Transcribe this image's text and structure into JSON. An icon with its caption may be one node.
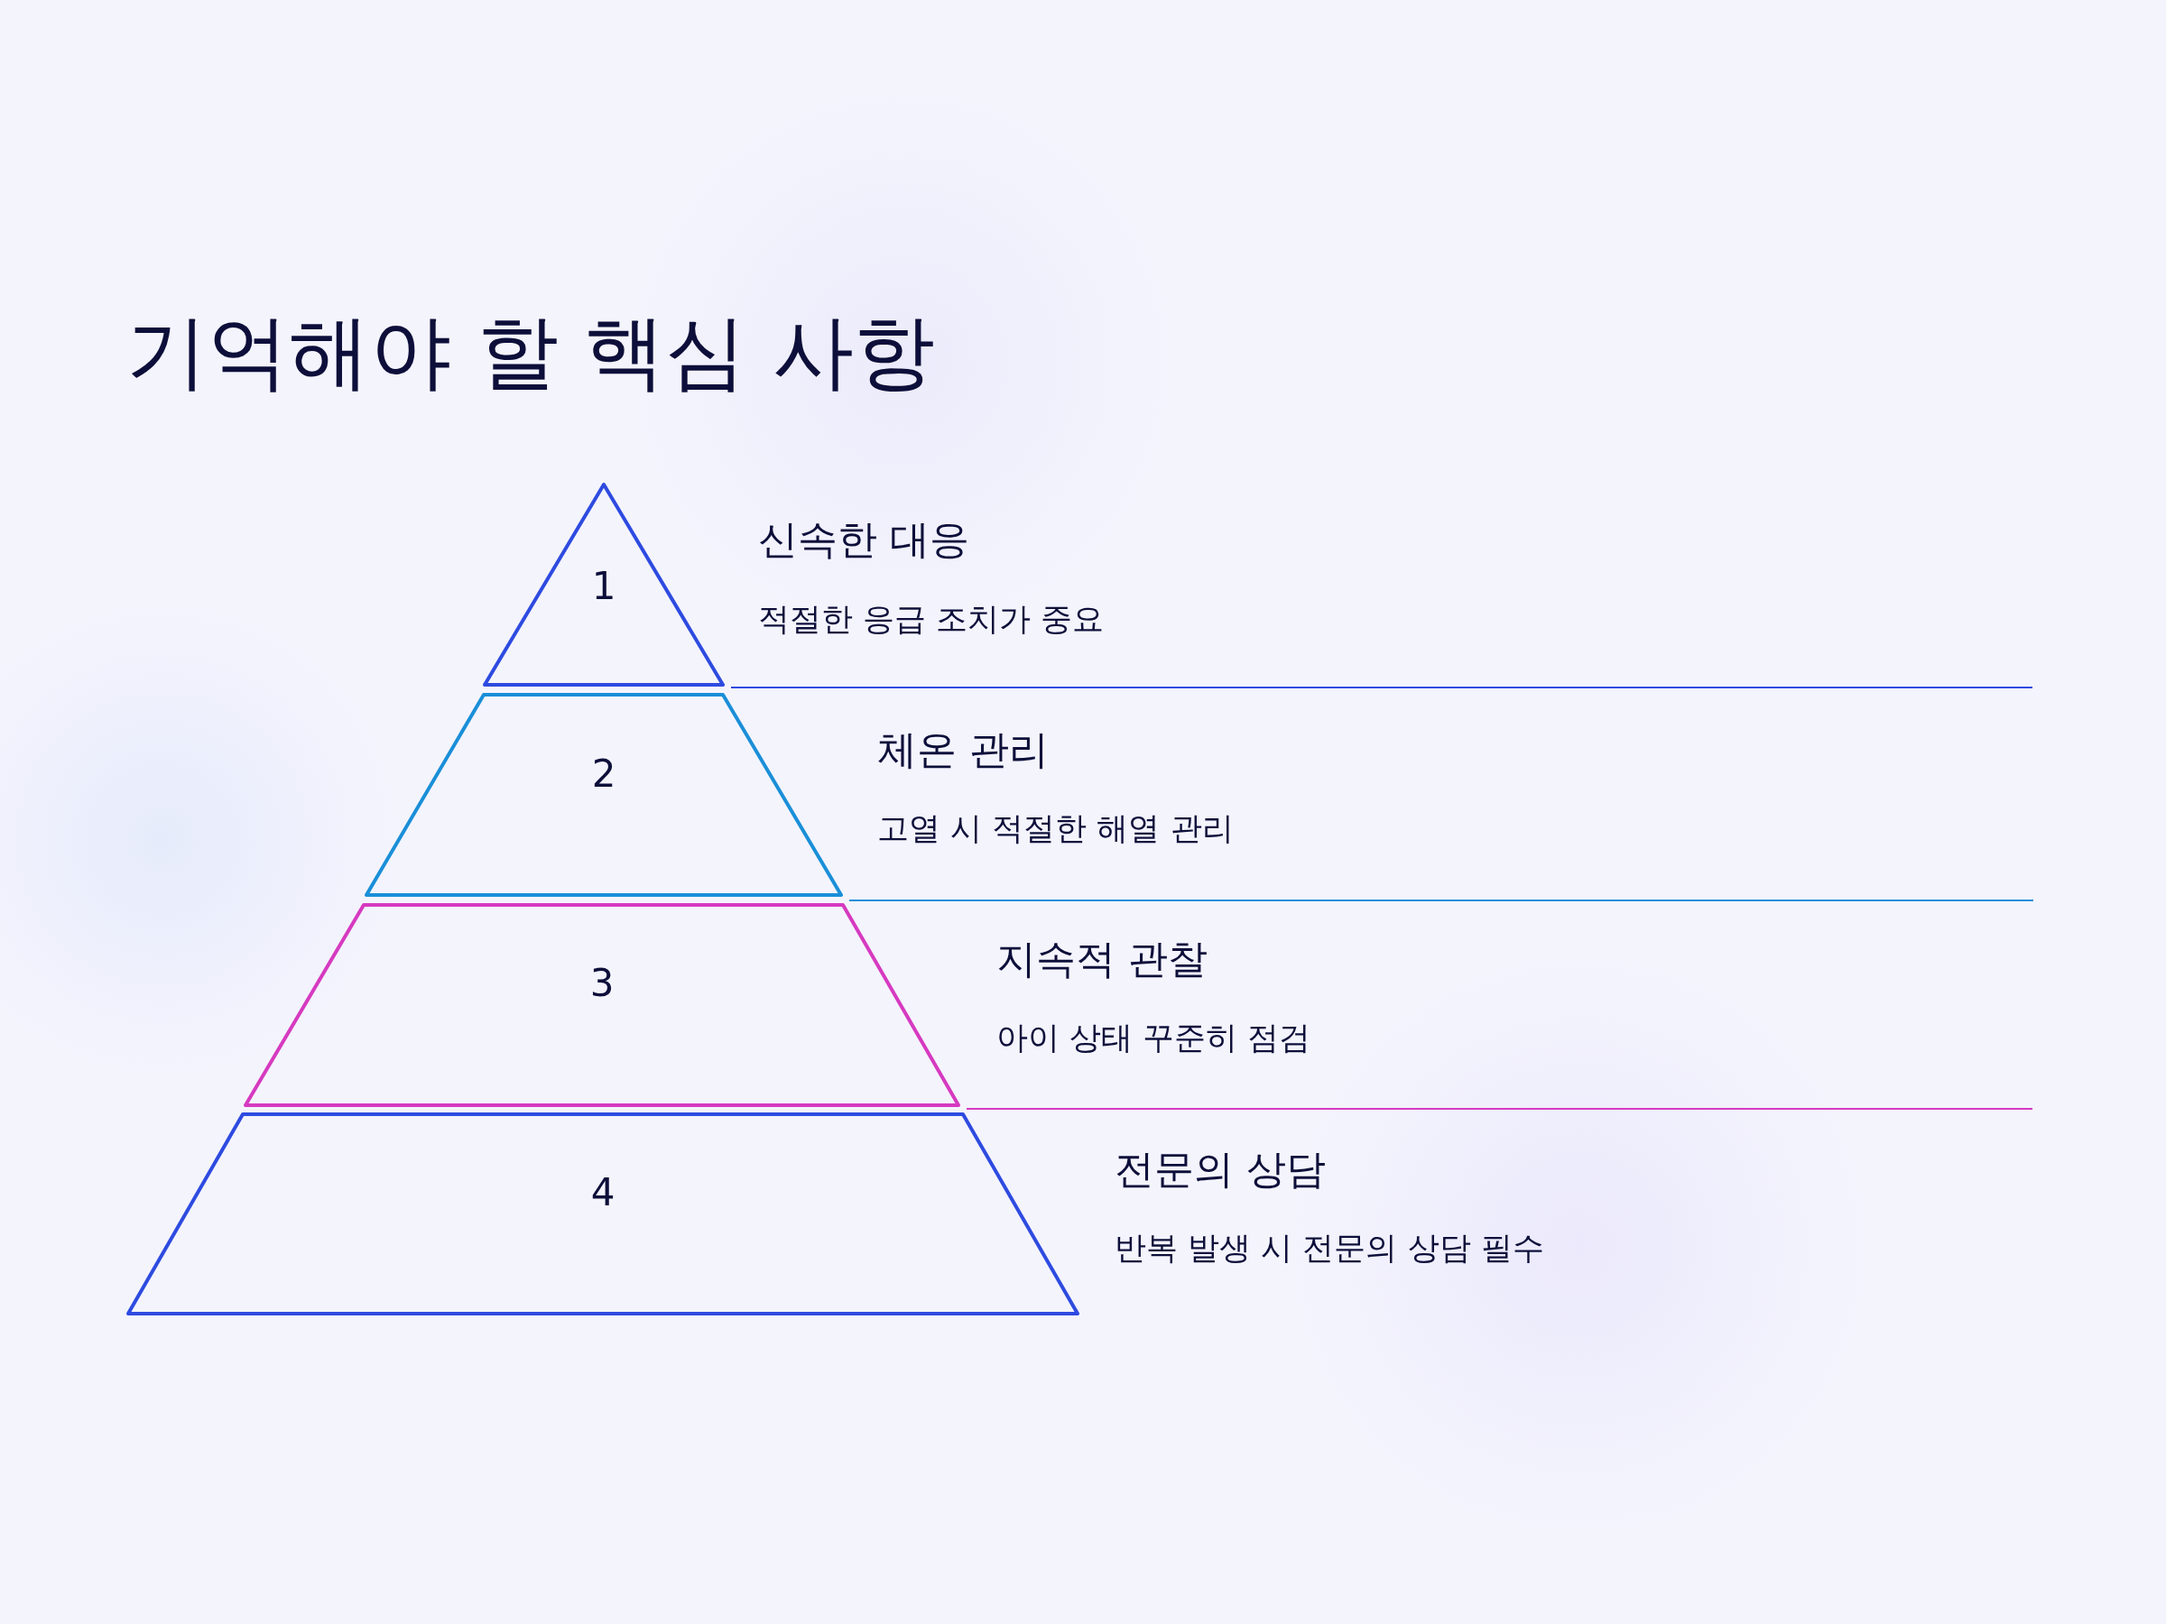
{
  "diagram": {
    "title": "기억해야 할 핵심 사항",
    "nodes": [
      {
        "text": [
          "1"
        ],
        "beside": [
          "신속한 대응",
          "적절한 응급 조치가 중요"
        ]
      },
      {
        "text": [
          "2"
        ],
        "beside": [
          "체온 관리",
          "고열 시 적절한 해열 관리"
        ]
      },
      {
        "text": [
          "3"
        ],
        "beside": [
          "지속적 관찰",
          "아이 상태 꾸준히 점검"
        ]
      },
      {
        "text": [
          "4"
        ],
        "beside": [
          "전문의 상담",
          "반복 발생 시 전문의 상담 필수"
        ]
      }
    ]
  }
}
